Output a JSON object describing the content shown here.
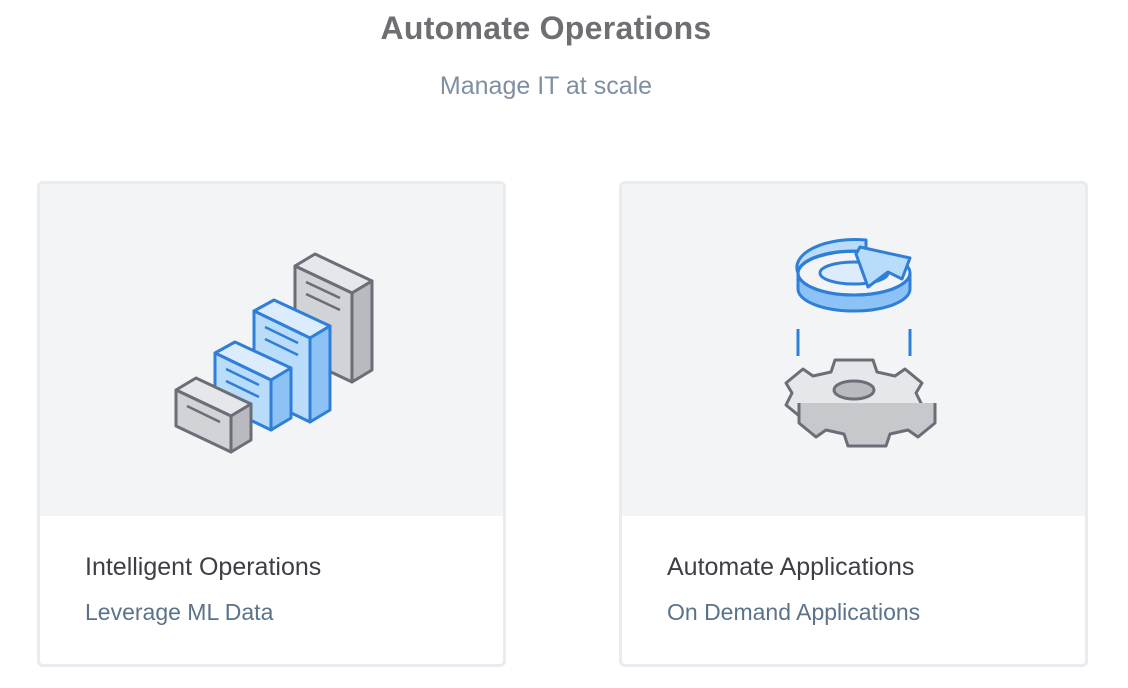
{
  "header": {
    "title": "Automate Operations",
    "subtitle": "Manage IT at scale"
  },
  "cards": [
    {
      "title": "Intelligent Operations",
      "subtitle": "Leverage ML Data",
      "icon": "server-stack-icon"
    },
    {
      "title": "Automate Applications",
      "subtitle": "On Demand Applications",
      "icon": "gear-refresh-icon"
    }
  ],
  "colors": {
    "title": "#6f6f73",
    "subtitle": "#7e8fa0",
    "card_border": "#e8ebef",
    "media_bg": "#f3f4f6",
    "accent_blue": "#2f7fd8",
    "light_blue": "#b9dcfb",
    "grey_fill": "#d2d3d6",
    "grey_stroke": "#6a6e77"
  }
}
